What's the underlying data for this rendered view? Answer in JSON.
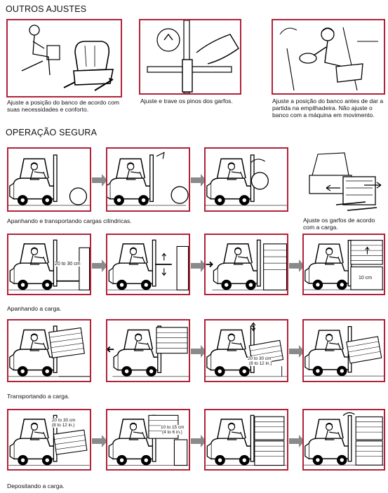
{
  "sections": {
    "outros": "OUTROS AJUSTES",
    "operacao": "OPERAÇÃO SEGURA"
  },
  "captions": {
    "seat": "Ajuste a posição do banco de acordo com suas necessidades e conforto.",
    "pins": "Ajuste e trave os pinos dos garfos.",
    "seat_start": "Ajuste a posição do banco antes de dar a partida na empilhadeira. Não ajuste o banco com a máquina em movimento.",
    "cylindrical": "Apanhando e transportando cargas cilíndricas.",
    "forks": "Ajuste os garfos de acordo com a carga.",
    "pickup": "Apanhando a carga.",
    "transport": "Transportando a carga.",
    "deposit": "Depositando a carga."
  },
  "labels": {
    "r2_1": "20 to 30 cm",
    "r2_4": "10 cm",
    "r3_3a": "20 to 30 cm",
    "r3_3b": "(8 to 12 in.)",
    "r4_1a": "20 to 30 cm",
    "r4_1b": "(8 to 12 in.)",
    "r4_2a": "10 to 15 cm",
    "r4_2b": "(4 to 6 in.)"
  }
}
